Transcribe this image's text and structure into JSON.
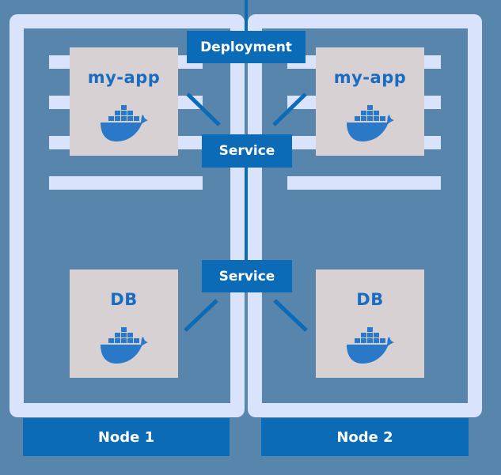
{
  "diagram": {
    "title": "Kubernetes deployment across nodes",
    "colors": {
      "background": "#5785ab",
      "node_frame": "#d9e3fb",
      "pod_box": "#d7d1d3",
      "accent": "#0b6bb6",
      "pod_label": "#1a6cc1"
    },
    "deployment": {
      "label": "Deployment"
    },
    "services": [
      {
        "id": "service-app",
        "label": "Service"
      },
      {
        "id": "service-db",
        "label": "Service"
      }
    ],
    "nodes": [
      {
        "label": "Node 1",
        "pods": [
          {
            "label": "my-app",
            "icon": "docker-whale-icon"
          },
          {
            "label": "DB",
            "icon": "docker-whale-icon"
          }
        ]
      },
      {
        "label": "Node 2",
        "pods": [
          {
            "label": "my-app",
            "icon": "docker-whale-icon"
          },
          {
            "label": "DB",
            "icon": "docker-whale-icon"
          }
        ]
      }
    ],
    "connections": [
      {
        "from": "deployment",
        "to": "service-app"
      },
      {
        "from": "service-app",
        "to": "service-db"
      },
      {
        "from": "service-app",
        "to": "node-1-my-app"
      },
      {
        "from": "service-app",
        "to": "node-2-my-app"
      },
      {
        "from": "service-db",
        "to": "node-1-db"
      },
      {
        "from": "service-db",
        "to": "node-2-db"
      }
    ]
  }
}
